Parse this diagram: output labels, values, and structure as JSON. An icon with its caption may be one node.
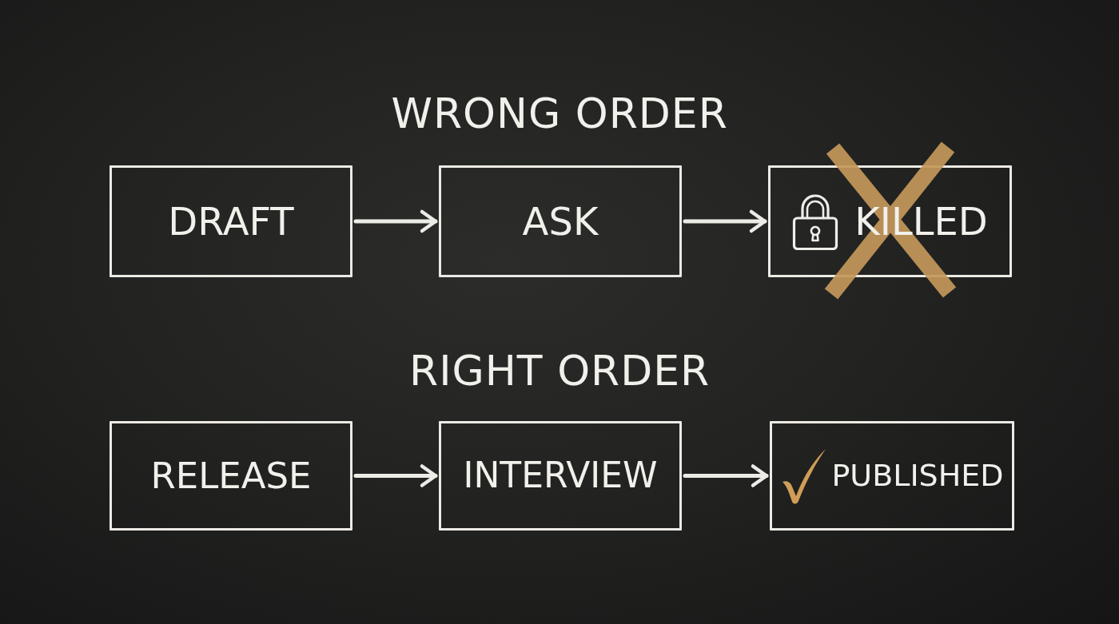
{
  "diagram": {
    "nodes": [
      {
        "text": [
          "DRAFT"
        ]
      },
      {
        "text": [
          "ASK"
        ]
      },
      {
        "text": [
          "KILLED"
        ]
      },
      {
        "text": [
          "RELEASE"
        ]
      },
      {
        "text": [
          "INTERVIEW"
        ]
      },
      {
        "text": [
          "PUBLISHED"
        ]
      }
    ],
    "edges": [
      {
        "from": 0,
        "to": 1,
        "arrow": "to"
      },
      {
        "from": 1,
        "to": 2,
        "arrow": "to"
      },
      {
        "from": 3,
        "to": 4,
        "arrow": "to"
      },
      {
        "from": 4,
        "to": 5,
        "arrow": "to"
      }
    ],
    "labels": [
      "WRONG ORDER",
      "RIGHT ORDER"
    ]
  }
}
